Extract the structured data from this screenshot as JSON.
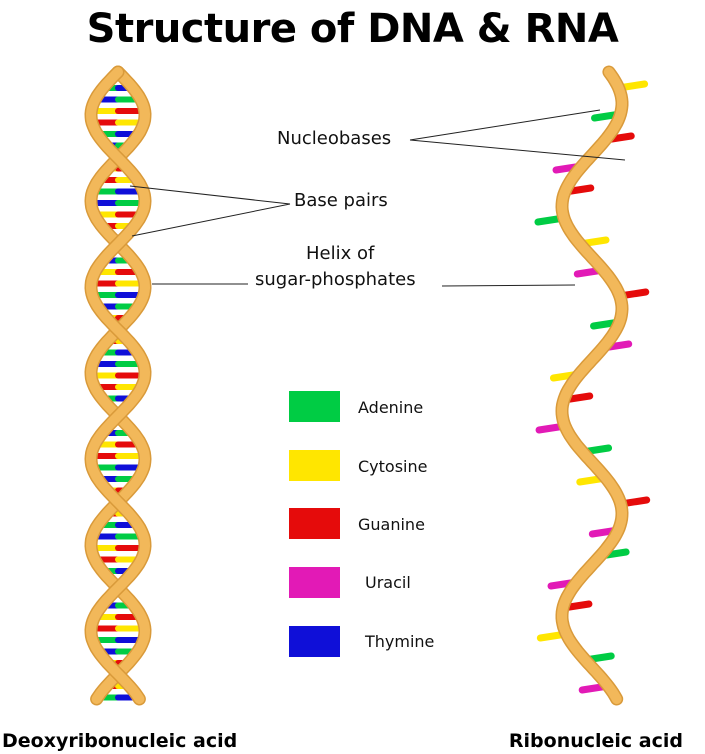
{
  "title": "Structure of DNA & RNA",
  "labels": {
    "nucleobases": "Nucleobases",
    "base_pairs": "Base pairs",
    "helix_line1": "Helix of",
    "helix_line2": "sugar-phosphates"
  },
  "legend": [
    {
      "name": "Adenine",
      "color": "#00cc44"
    },
    {
      "name": "Cytosine",
      "color": "#ffe600"
    },
    {
      "name": "Guanine",
      "color": "#e50b0b"
    },
    {
      "name": "Uracil",
      "color": "#e21ab6"
    },
    {
      "name": "Thymine",
      "color": "#0f0fd8"
    }
  ],
  "footer": {
    "dna": "Deoxyribonucleic acid",
    "rna": "Ribonucleic acid"
  },
  "colors": {
    "backbone": "#f2b85a",
    "backbone_edge": "#d99a3a"
  }
}
